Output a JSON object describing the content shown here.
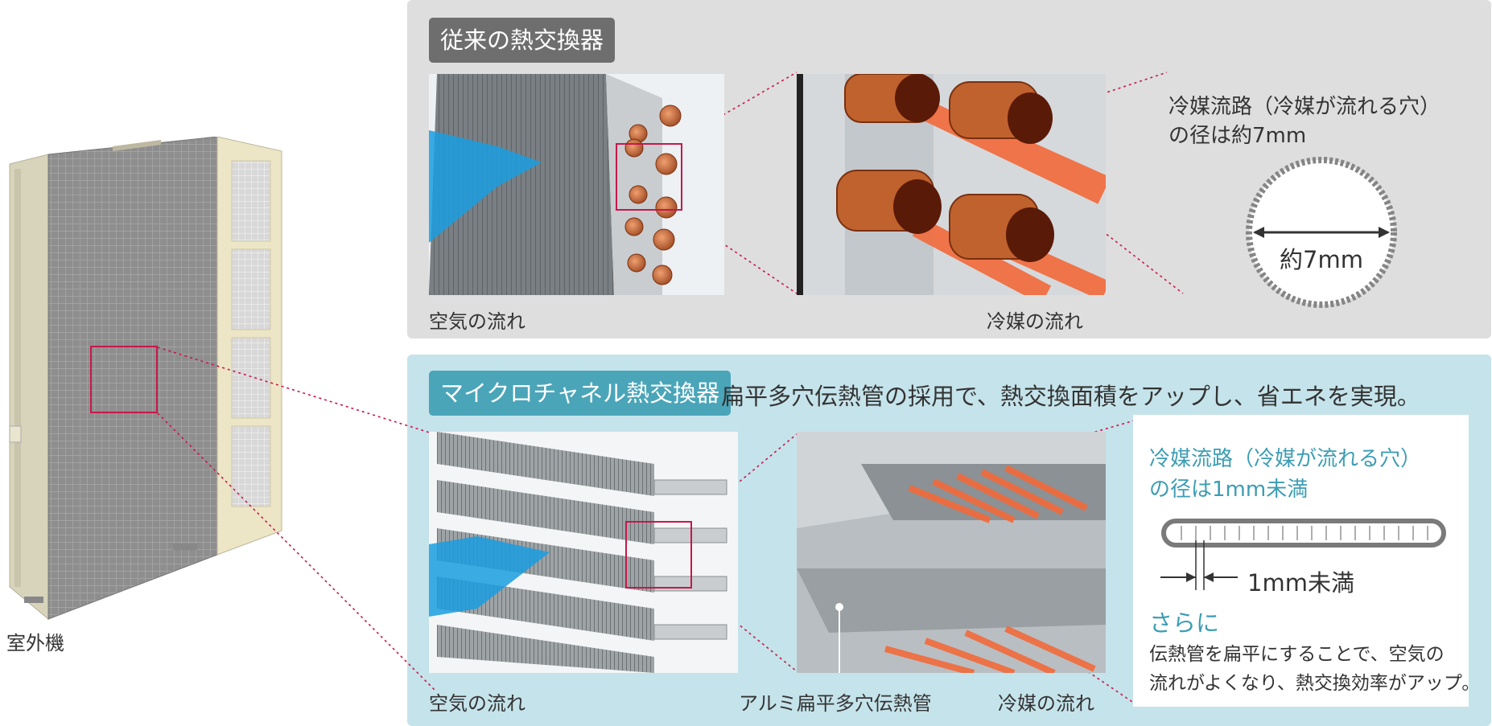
{
  "outdoor_unit": {
    "label": "室外機"
  },
  "conventional": {
    "title": "従来の熱交換器",
    "caption_air": "空気の流れ",
    "caption_refrigerant": "冷媒の流れ",
    "note_line1": "冷媒流路（冷媒が流れる穴）",
    "note_line2": "の径は約7mm",
    "diameter_label": "約7mm"
  },
  "microchannel": {
    "title": "マイクロチャネル熱交換器",
    "headline": "扁平多穴伝熱管の採用で、熱交換面積をアップし、省エネを実現。",
    "caption_air": "空気の流れ",
    "caption_tube": "アルミ扁平多穴伝熱管",
    "caption_refrigerant": "冷媒の流れ",
    "note_line1": "冷媒流路（冷媒が流れる穴）",
    "note_line2": "の径は1mm未満",
    "size_label": "1mm未満",
    "more_label": "さらに",
    "more_line1": "伝熱管を扁平にすることで、空気の",
    "more_line2": "流れがよくなり、熱交換効率がアップ。"
  },
  "colors": {
    "accent_red": "#c8174a",
    "teal": "#3c9db4",
    "gray_panel": "#dedede",
    "blue_panel": "#c5e3ea",
    "copper": "#c0622e",
    "flow_orange": "#f26a3a",
    "air_blue": "#1a9ee0"
  }
}
